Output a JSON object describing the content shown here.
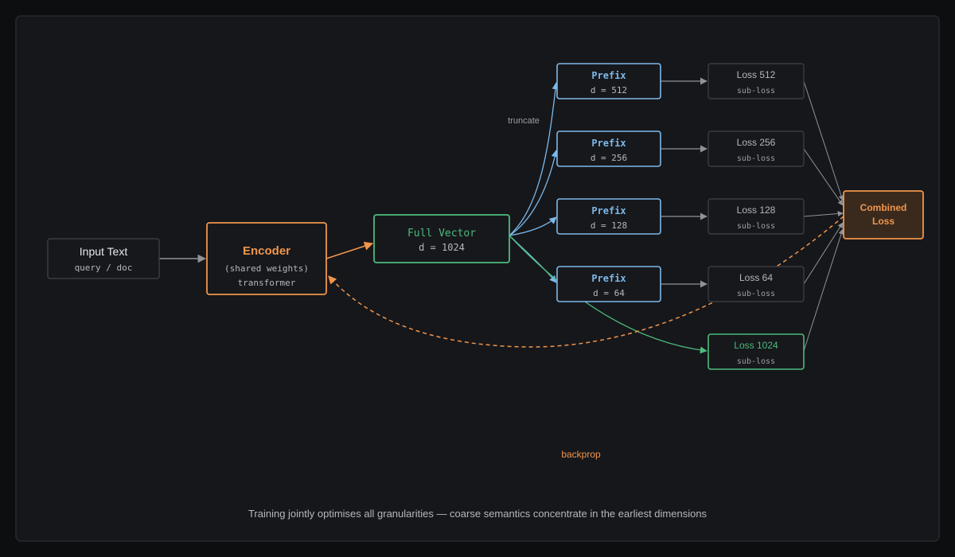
{
  "colors": {
    "page_bg": "#0d0e10",
    "panel_bg": "#16171b",
    "panel_border": "#26282d",
    "node_fill": "#17181c",
    "grey_border": "#3a3c42",
    "grey_edge": "#8f9399",
    "orange": "#f0954a",
    "orange_fill": "#3a2a1e",
    "green": "#4cbb7c",
    "blue": "#7cb9ea",
    "text_primary": "#e8e9eb",
    "text_secondary": "#b4b7bd",
    "text_muted": "#9a9ea5"
  },
  "nodes": {
    "input": {
      "title": "Input Text",
      "subtitle": "query / doc"
    },
    "encoder": {
      "title": "Encoder",
      "line2": "(shared weights)",
      "line3": "transformer"
    },
    "full_vector": {
      "title": "Full Vector",
      "subtitle": "d = 1024"
    },
    "prefixes": [
      {
        "title": "Prefix",
        "subtitle": "d = 512"
      },
      {
        "title": "Prefix",
        "subtitle": "d = 256"
      },
      {
        "title": "Prefix",
        "subtitle": "d = 128"
      },
      {
        "title": "Prefix",
        "subtitle": "d = 64"
      }
    ],
    "losses": [
      {
        "title": "Loss 512",
        "subtitle": "sub-loss"
      },
      {
        "title": "Loss 256",
        "subtitle": "sub-loss"
      },
      {
        "title": "Loss 128",
        "subtitle": "sub-loss"
      },
      {
        "title": "Loss 64",
        "subtitle": "sub-loss"
      }
    ],
    "loss_full": {
      "title": "Loss 1024",
      "subtitle": "sub-loss"
    },
    "combined": {
      "line1": "Combined",
      "line2": "Loss"
    }
  },
  "edge_labels": {
    "truncate": "truncate",
    "backprop": "backprop"
  },
  "caption": "Training jointly optimises all granularities — coarse semantics concentrate in the earliest dimensions"
}
